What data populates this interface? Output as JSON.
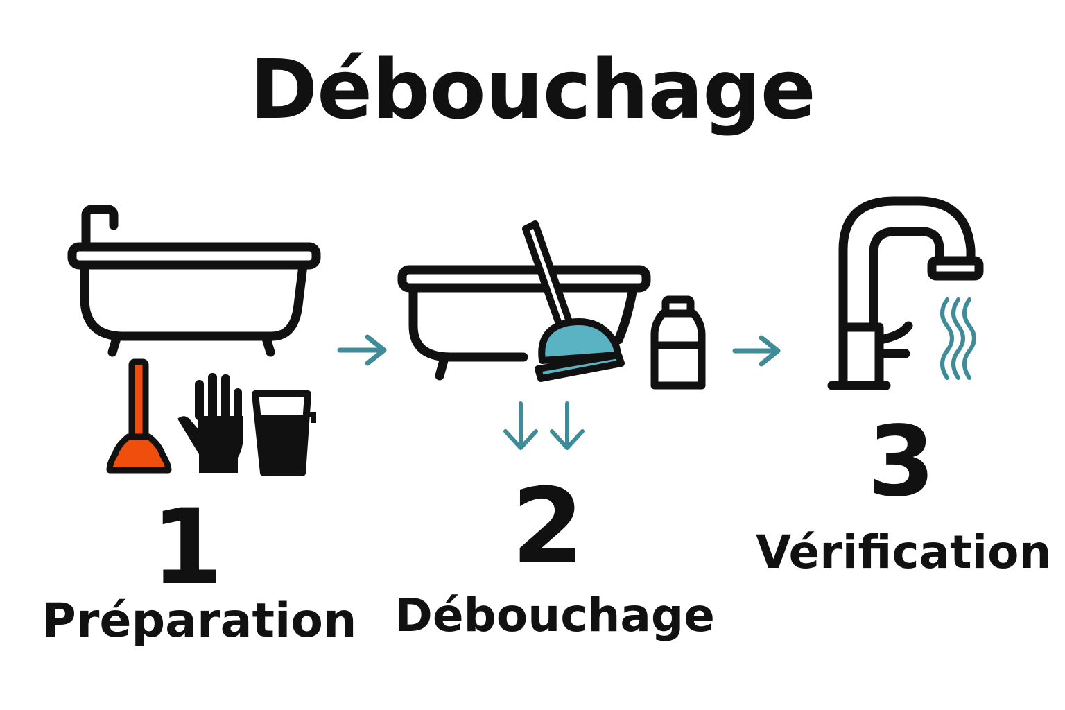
{
  "title": "Débouchage",
  "colors": {
    "ink": "#111111",
    "accent_orange": "#f04e0c",
    "accent_teal": "#3f8b97",
    "plunger_fill": "#5ab3c3"
  },
  "steps": [
    {
      "number": "1",
      "label": "Préparation",
      "icons": [
        "bathtub-icon",
        "plunger-icon",
        "glove-icon",
        "cup-icon"
      ]
    },
    {
      "number": "2",
      "label": "Débouchage",
      "icons": [
        "bathtub-icon",
        "plunger-icon",
        "bottle-icon",
        "down-arrows-icon"
      ]
    },
    {
      "number": "3",
      "label": "Vérification",
      "icons": [
        "faucet-icon",
        "water-flow-icon"
      ]
    }
  ],
  "connectors": [
    "arrow-right-icon",
    "arrow-right-icon"
  ]
}
